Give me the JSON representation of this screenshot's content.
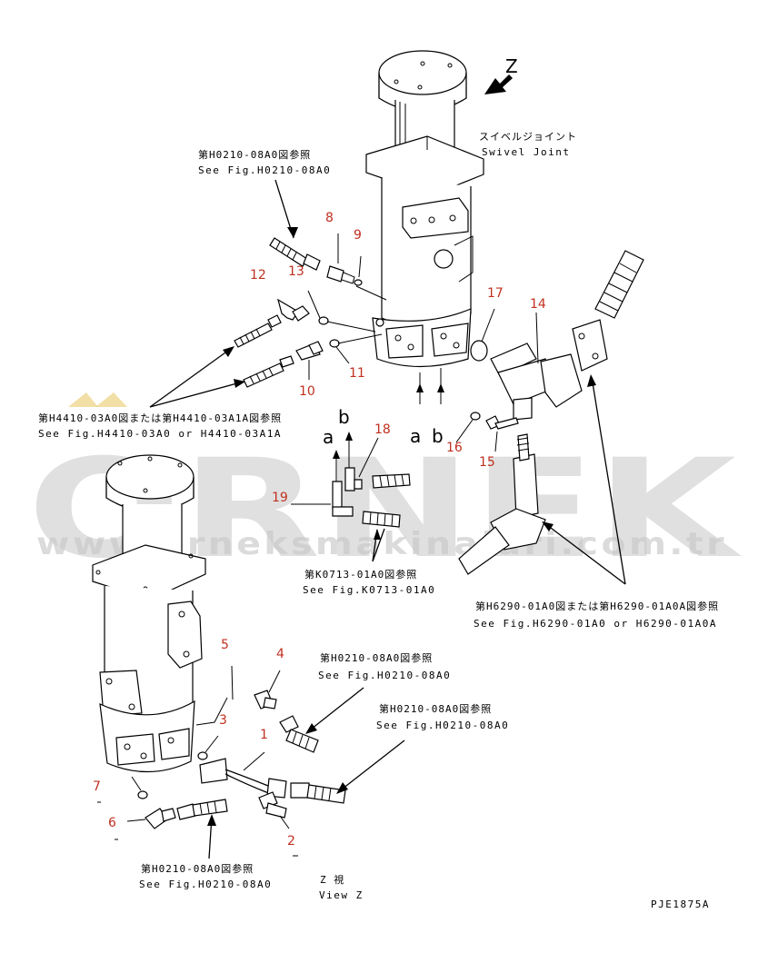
{
  "watermark": {
    "brand": "ORNEK",
    "site": "www.orneksmakinalari.com.tr"
  },
  "view_marker": "Z",
  "labels": {
    "swivel_jp": "スイベルジョイント",
    "swivel_en": "Swivel Joint",
    "ref_h0210_top_jp": "第H0210-08A0図参照",
    "ref_h0210_top_en": "See Fig.H0210-08A0",
    "ref_h4410_jp": "第H4410-03A0図または第H4410-03A1A図参照",
    "ref_h4410_en": "See Fig.H4410-03A0 or H4410-03A1A",
    "ref_k0713_jp": "第K0713-01A0図参照",
    "ref_k0713_en": "See Fig.K0713-01A0",
    "ref_h6290_jp": "第H6290-01A0図または第H6290-01A0A図参照",
    "ref_h6290_en": "See Fig.H6290-01A0 or H6290-01A0A",
    "ref_h0210_mid1_jp": "第H0210-08A0図参照",
    "ref_h0210_mid1_en": "See Fig.H0210-08A0",
    "ref_h0210_mid2_jp": "第H0210-08A0図参照",
    "ref_h0210_mid2_en": "See Fig.H0210-08A0",
    "ref_h0210_bot_jp": "第H0210-08A0図参照",
    "ref_h0210_bot_en": "See Fig.H0210-08A0",
    "view_z_jp": "Z 視",
    "view_z_en": "View Z",
    "drawing_code": "PJE1875A"
  },
  "port_letters": {
    "a": "a",
    "b": "b"
  },
  "part_numbers": [
    "1",
    "2",
    "3",
    "4",
    "5",
    "6",
    "7",
    "8",
    "9",
    "10",
    "11",
    "12",
    "13",
    "14",
    "15",
    "16",
    "17",
    "18",
    "19"
  ],
  "colors": {
    "callout": "#c03020",
    "line": "#000000",
    "watermark": "#c8c8c8"
  }
}
